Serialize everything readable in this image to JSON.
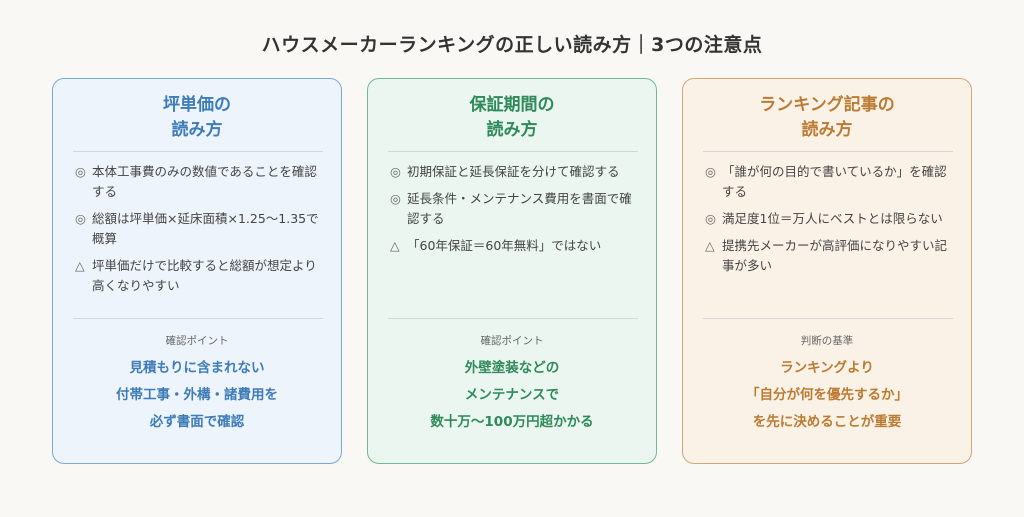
{
  "title": "ハウスメーカーランキングの正しい読み方｜3つの注意点",
  "cards": [
    {
      "title_lines": [
        "坪単価の",
        "読み方"
      ],
      "items": [
        {
          "mark": "◎",
          "text": "本体工事費のみの数値であることを確認する"
        },
        {
          "mark": "◎",
          "text": "総額は坪単価×延床面積×1.25〜1.35で概算"
        },
        {
          "mark": "△",
          "text": "坪単価だけで比較すると総額が想定より高くなりやすい"
        }
      ],
      "point_label": "確認ポイント",
      "point_lines": [
        "見積もりに含まれない",
        "付帯工事・外構・諸費用を",
        "必ず書面で確認"
      ]
    },
    {
      "title_lines": [
        "保証期間の",
        "読み方"
      ],
      "items": [
        {
          "mark": "◎",
          "text": "初期保証と延長保証を分けて確認する"
        },
        {
          "mark": "◎",
          "text": "延長条件・メンテナンス費用を書面で確認する"
        },
        {
          "mark": "△",
          "text": "「60年保証＝60年無料」ではない"
        }
      ],
      "point_label": "確認ポイント",
      "point_lines": [
        "外壁塗装などの",
        "メンテナンスで",
        "数十万〜100万円超かかる"
      ]
    },
    {
      "title_lines": [
        "ランキング記事の",
        "読み方"
      ],
      "items": [
        {
          "mark": "◎",
          "text": "「誰が何の目的で書いているか」を確認する"
        },
        {
          "mark": "◎",
          "text": "満足度1位＝万人にベストとは限らない"
        },
        {
          "mark": "△",
          "text": "提携先メーカーが高評価になりやすい記事が多い"
        }
      ],
      "point_label": "判断の基準",
      "point_lines": [
        "ランキングより",
        "「自分が何を優先するか」",
        "を先に決めることが重要"
      ]
    }
  ],
  "colors": {
    "background": "#f9f8f5",
    "blue_accent": "#3d7cb8",
    "green_accent": "#2f8a5b",
    "orange_accent": "#bb7b33"
  }
}
